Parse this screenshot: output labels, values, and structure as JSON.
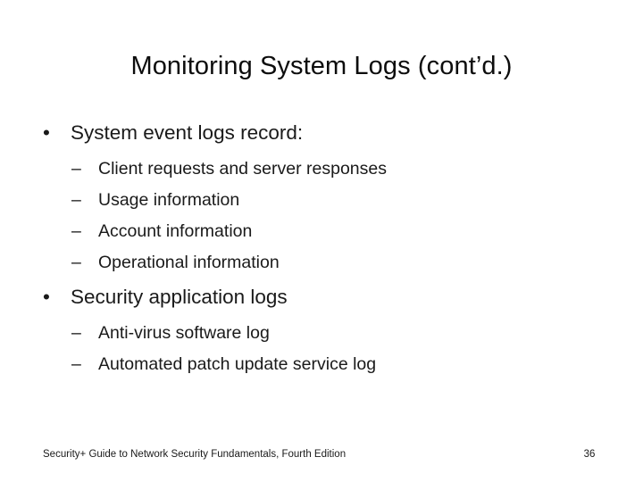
{
  "slide": {
    "title": "Monitoring System Logs (cont’d.)",
    "background_color": "#ffffff",
    "text_color": "#1a1a1a",
    "bullet_marker": "•",
    "dash_marker": "–",
    "sections": [
      {
        "heading": "System event logs record:",
        "items": [
          "Client requests and server responses",
          "Usage information",
          "Account information",
          "Operational information"
        ]
      },
      {
        "heading": "Security application logs",
        "items": [
          "Anti-virus software log",
          "Automated patch update service log"
        ]
      }
    ]
  },
  "footer": {
    "text": "Security+ Guide to Network Security Fundamentals, Fourth Edition",
    "page_number": "36"
  }
}
